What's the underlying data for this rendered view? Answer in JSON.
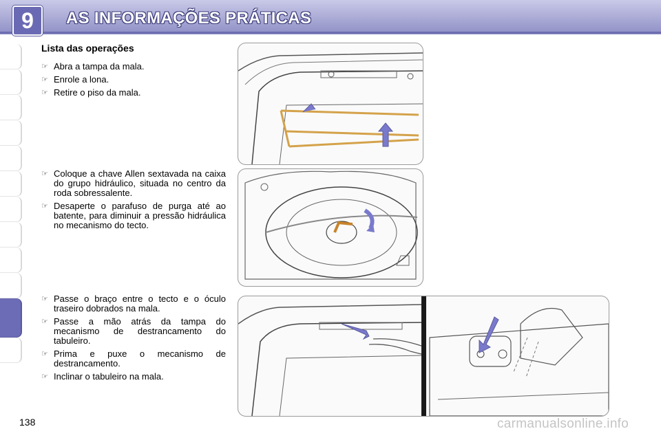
{
  "header": {
    "chapter_number": "9",
    "title": "AS INFORMAÇÕES PRÁTICAS"
  },
  "section_title": "Lista das operações",
  "step_groups": [
    {
      "steps": [
        "Abra a tampa da mala.",
        "Enrole a lona.",
        "Retire o piso da mala."
      ]
    },
    {
      "steps": [
        "Coloque a chave Allen sextavada na caixa do grupo hidráulico, situada no centro da roda sobressalente.",
        "Desaperte o parafuso de purga até ao batente, para diminuir a pressão hidráulica no mecanismo do tecto."
      ]
    },
    {
      "steps": [
        "Passe o braço entre o tecto e o óculo traseiro dobrados na mala.",
        "Passe a mão atrás da tampa do mecanismo de destrancamento do tabuleiro.",
        "Prima e puxe o mecanismo de destrancamento.",
        "Inclinar o tabuleiro na mala."
      ]
    }
  ],
  "page_number": "138",
  "watermark": "carmanualsonline.info",
  "colors": {
    "accent": "#6c6cb6",
    "header_band": "#a5a5d6",
    "highlight": "#d4a24a",
    "arrow": "#7a7acc"
  },
  "icons": {
    "bullet": "pointing-hand-icon"
  }
}
